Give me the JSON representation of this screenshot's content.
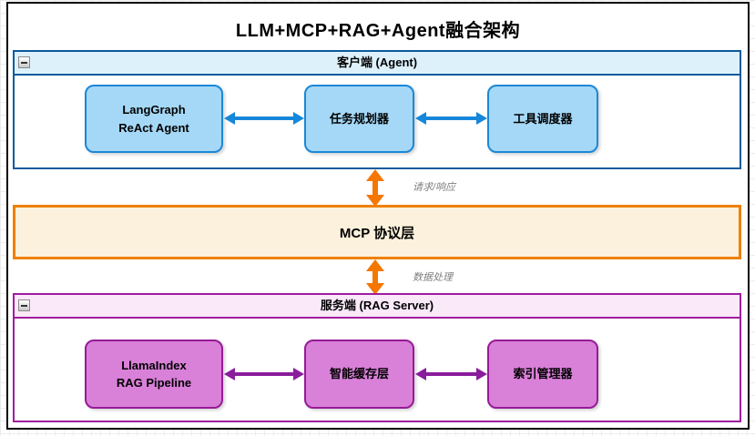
{
  "title": "LLM+MCP+RAG+Agent融合架构",
  "client": {
    "header": "客户端 (Agent)",
    "nodes": [
      {
        "label": "LangGraph\nReAct Agent"
      },
      {
        "label": "任务规划器"
      },
      {
        "label": "工具调度器"
      }
    ]
  },
  "mcp": {
    "label": "MCP 协议层"
  },
  "server": {
    "header": "服务端 (RAG Server)",
    "nodes": [
      {
        "label": "LlamaIndex\nRAG Pipeline"
      },
      {
        "label": "智能缓存层"
      },
      {
        "label": "索引管理器"
      }
    ]
  },
  "edges": {
    "request_response": "请求/响应",
    "data_processing": "数据处理"
  },
  "colors": {
    "client_border": "#0b5a9e",
    "client_header_bg": "#ddf1fb",
    "client_node_bg": "#a5d8f7",
    "client_node_border": "#1b88d7",
    "client_arrow": "#1687d9",
    "mcp_border": "#ee8100",
    "mcp_bg": "#fcf1dc",
    "orange_arrow": "#f57600",
    "server_border": "#a01ca0",
    "server_header_bg": "#f9e9f9",
    "server_node_bg": "#d980d9",
    "server_node_border": "#971b97",
    "server_arrow": "#8a1c9c",
    "edge_label_color": "#7f7f7f",
    "page_border": "#000000"
  }
}
